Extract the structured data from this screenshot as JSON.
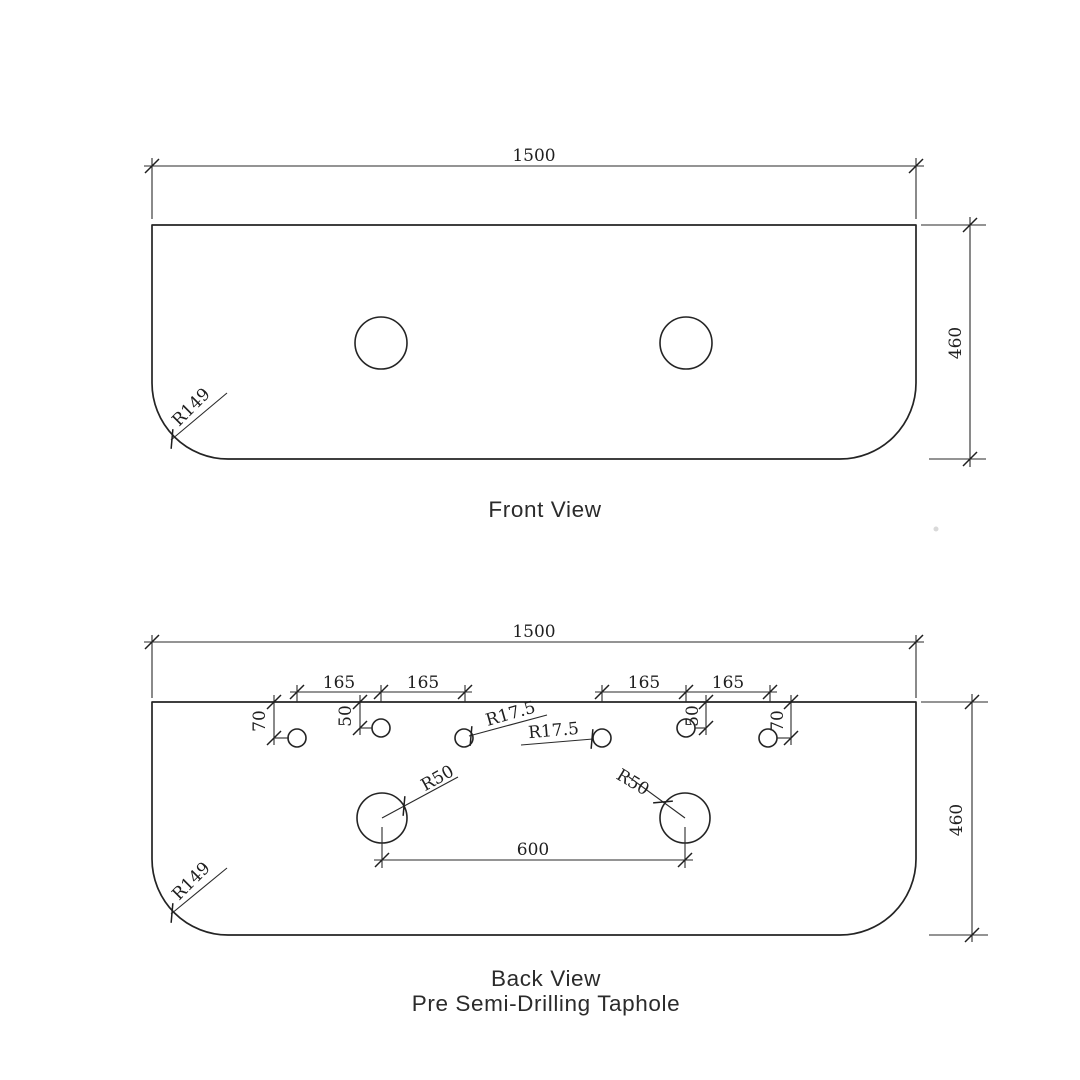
{
  "drawing": {
    "front": {
      "title": "Front View",
      "width": "1500",
      "height": "460",
      "corner_radius": "R149"
    },
    "back": {
      "title": "Back View",
      "subtitle": "Pre Semi-Drilling Taphole",
      "width": "1500",
      "height": "460",
      "corner_radius": "R149",
      "spacing": [
        "165",
        "165",
        "165",
        "165"
      ],
      "offsets": [
        "70",
        "50",
        "50",
        "70"
      ],
      "small_hole_radius": [
        "R17.5",
        "R17.5"
      ],
      "large_hole_radius": [
        "R50",
        "R50"
      ],
      "center_distance": "600"
    }
  }
}
